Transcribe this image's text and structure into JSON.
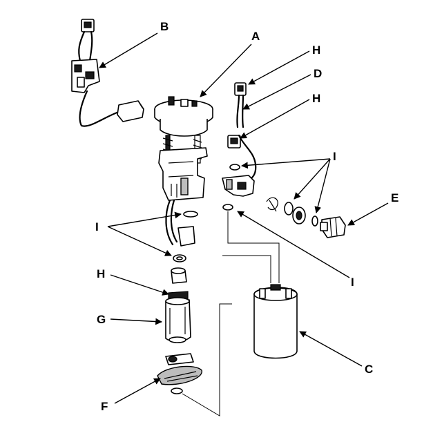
{
  "labels": {
    "A": "A",
    "B": "B",
    "C": "C",
    "D": "D",
    "E": "E",
    "F": "F",
    "G": "G",
    "H_top": "H",
    "H_mid": "H",
    "H_pump": "H",
    "I_left": "I",
    "I_right_top": "I",
    "I_right_bottom": "I"
  },
  "colors": {
    "line": "#000000",
    "background": "#ffffff",
    "shade": "#bdbdbd"
  }
}
